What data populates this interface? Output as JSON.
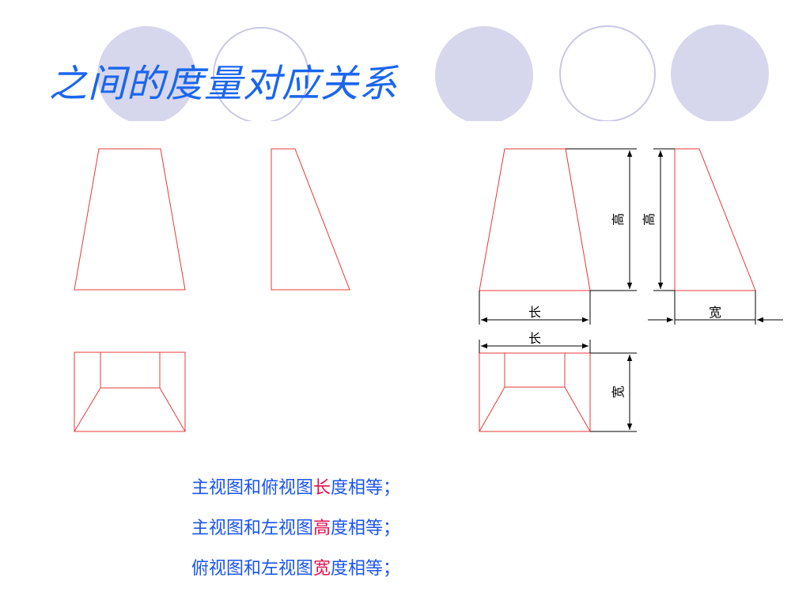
{
  "slide": {
    "title": "之间的度量对应关系",
    "colors": {
      "title": "#1a66ee",
      "circle_fill": "#d6d6ec",
      "circle_outline": "#c8c8e6",
      "view_lines": "#e83838",
      "dimension_lines": "#000000",
      "rule_text": "#1a55ee",
      "highlight": "#e01050"
    },
    "dimension_labels": {
      "front_length": "长",
      "front_height": "高",
      "side_height": "高",
      "side_width": "宽",
      "top_length": "长",
      "top_width": "宽"
    },
    "rules": [
      {
        "prefix": "主视图和俯视图",
        "highlight": "长",
        "suffix": "度相等；"
      },
      {
        "prefix": "主视图和左视图",
        "highlight": "高",
        "suffix": "度相等；"
      },
      {
        "prefix": "俯视图和左视图",
        "highlight": "宽",
        "suffix": "度相等；"
      }
    ]
  }
}
